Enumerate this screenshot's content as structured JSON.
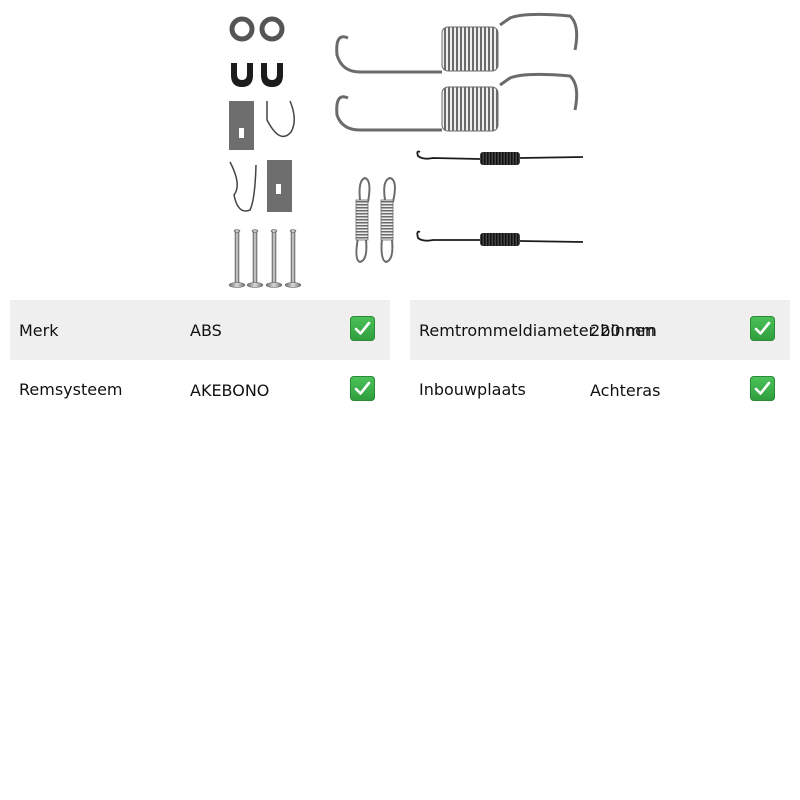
{
  "product": {
    "image_icon": "brake-shoe-fitting-kit-parts"
  },
  "specs_left": [
    {
      "label": "Merk",
      "value": "ABS",
      "status_icon": "check-icon"
    },
    {
      "label": "Remsysteem",
      "value": "AKEBONO",
      "status_icon": "check-icon"
    }
  ],
  "specs_right": [
    {
      "label": "Remtrommeldiameter binnen",
      "value": "220 mm",
      "status_icon": "check-icon"
    },
    {
      "label": "Inbouwplaats",
      "value": "Achteras",
      "status_icon": "check-icon"
    }
  ],
  "colors": {
    "row_shade": "#efefef",
    "check_green": "#3fb34f"
  }
}
